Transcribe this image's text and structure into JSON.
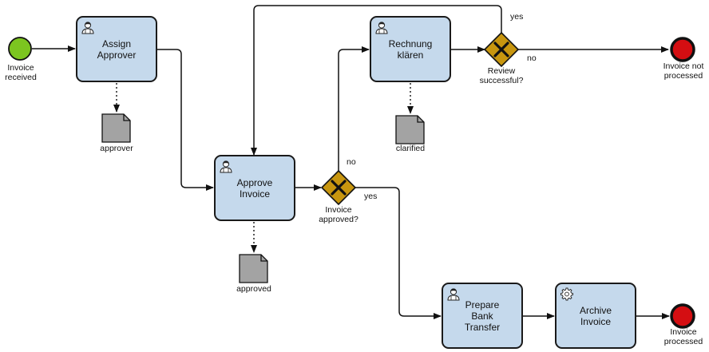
{
  "diagram": {
    "tasks": {
      "assign_approver": {
        "label": "Assign\nApprover",
        "type": "user"
      },
      "approve_invoice": {
        "label": "Approve\nInvoice",
        "type": "user"
      },
      "rechnung_klaeren": {
        "label": "Rechnung\nklären",
        "type": "user"
      },
      "prepare_bank_transfer": {
        "label": "Prepare\nBank\nTransfer",
        "type": "user"
      },
      "archive_invoice": {
        "label": "Archive\nInvoice",
        "type": "service"
      }
    },
    "events": {
      "invoice_received": {
        "label": "Invoice\nreceived",
        "kind": "start",
        "color": "#7cc520"
      },
      "invoice_not_processed": {
        "label": "Invoice not\nprocessed",
        "kind": "end",
        "color": "#d40e12"
      },
      "invoice_processed": {
        "label": "Invoice\nprocessed",
        "kind": "end",
        "color": "#d40e12"
      }
    },
    "gateways": {
      "invoice_approved": {
        "label": "Invoice\napproved?",
        "color": "#c8960f"
      },
      "review_successful": {
        "label": "Review\nsuccessful?",
        "color": "#c8960f"
      }
    },
    "data_objects": {
      "approver": {
        "label": "approver"
      },
      "approved": {
        "label": "approved"
      },
      "clarified": {
        "label": "clarified"
      }
    },
    "flow_labels": {
      "yes_review": "yes",
      "no_review": "no",
      "no_approved": "no",
      "yes_approved": "yes"
    }
  }
}
